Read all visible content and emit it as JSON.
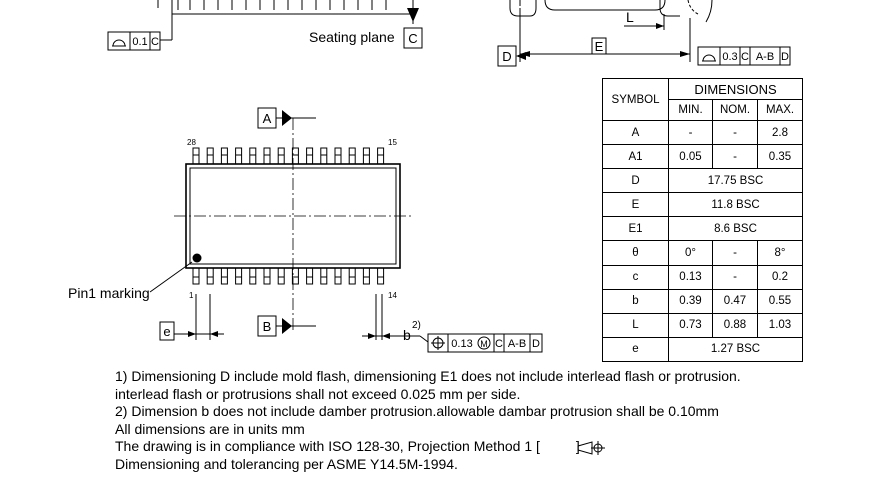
{
  "drawing": {
    "seating_plane_label": "Seating plane",
    "pin1_label": "Pin1 marking",
    "datum_a": "A",
    "datum_b": "B",
    "datum_c": "C",
    "datum_d": "D",
    "dim_e_label": "E",
    "dim_l_label": "L",
    "dim_e_pitch_label": "e",
    "dim_b_label": "b",
    "dim_b_note": "2)",
    "pin_28": "28",
    "pin_15": "15",
    "pin_1": "1",
    "pin_14": "14",
    "fcf_coplanarity": [
      "0.1",
      "C"
    ],
    "fcf_profile": [
      "0.3",
      "C",
      "A-B",
      "D"
    ],
    "fcf_position": [
      "0.13",
      "M",
      "C",
      "A-B",
      "D"
    ]
  },
  "table": {
    "header_symbol": "SYMBOL",
    "header_dimensions": "DIMENSIONS",
    "header_min": "MIN.",
    "header_nom": "NOM.",
    "header_max": "MAX.",
    "rows": [
      {
        "symbol": "A",
        "min": "-",
        "nom": "-",
        "max": "2.8"
      },
      {
        "symbol": "A1",
        "min": "0.05",
        "nom": "-",
        "max": "0.35"
      },
      {
        "symbol": "D",
        "span": "17.75 BSC"
      },
      {
        "symbol": "E",
        "span": "11.8 BSC"
      },
      {
        "symbol": "E1",
        "span": "8.6 BSC"
      },
      {
        "symbol": "θ",
        "min": "0°",
        "nom": "-",
        "max": "8°"
      },
      {
        "symbol": "c",
        "min": "0.13",
        "nom": "-",
        "max": "0.2"
      },
      {
        "symbol": "b",
        "min": "0.39",
        "nom": "0.47",
        "max": "0.55"
      },
      {
        "symbol": "L",
        "min": "0.73",
        "nom": "0.88",
        "max": "1.03"
      },
      {
        "symbol": "e",
        "span": "1.27 BSC"
      }
    ]
  },
  "notes": [
    "1) Dimensioning D include mold flash, dimensioning E1 does not include interlead flash or protrusion.",
    "interlead flash or protrusions shall not exceed 0.025 mm per side.",
    "2) Dimension b does not include damber protrusion.allowable dambar protrusion shall be 0.10mm",
    "All dimensions are in units mm",
    "The drawing is in compliance with ISO 128-30, Projection Method 1 [",
    "]",
    "Dimensioning and tolerancing per ASME Y14.5M-1994."
  ]
}
